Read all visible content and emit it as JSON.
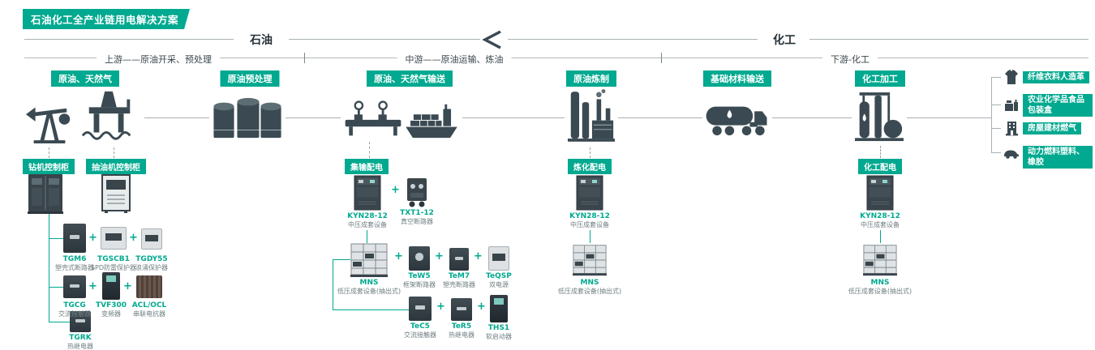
{
  "title": "石油化工全产业链用电解决方案",
  "accent": "#00a98f",
  "bands": {
    "oil": "石油",
    "chemical": "化工"
  },
  "stages": {
    "upstream": "上游——原油开采、预处理",
    "midstream": "中游——原油运输、炼油",
    "downstream": "下游-化工"
  },
  "chain": {
    "crude_gas": "原油、天然气",
    "pretreat": "原油预处理",
    "transport": "原油、天然气输送",
    "refining": "原油炼制",
    "materials": "基础材料输送",
    "processing": "化工加工"
  },
  "end_products": {
    "fiber": "纤维衣料人造革",
    "agri": "农业化学品食品包装盒",
    "housing": "房屋建材燃气",
    "fuel": "动力燃料塑料、橡胶"
  },
  "panels": {
    "drill": "钻机控制柜",
    "pump": "抽油机控制柜",
    "gathering": "集输配电",
    "refining": "炼化配电",
    "chemical": "化工配电"
  },
  "plus": "+",
  "icons": {
    "scene": [
      "pumpjack",
      "offshore-platform",
      "storage-tanks",
      "pipeline-valves",
      "cargo-ship",
      "refinery",
      "tanker-truck",
      "chemical-plant"
    ],
    "end_products": [
      "shirt",
      "package",
      "building",
      "car"
    ]
  },
  "devices": {
    "drill_row1": [
      {
        "name": "TGM6",
        "desc": "塑壳式断路器"
      },
      {
        "name": "TGSCB1",
        "desc": "SPD防雷保护器"
      },
      {
        "name": "TGDY55",
        "desc": "浪涌保护器"
      }
    ],
    "drill_row2": [
      {
        "name": "TGCG",
        "desc": "交流接触器"
      },
      {
        "name": "TVF300",
        "desc": "变频器"
      },
      {
        "name": "ACL/OCL",
        "desc": "串联电抗器"
      }
    ],
    "drill_row3": [
      {
        "name": "TGRK",
        "desc": "热继电器"
      }
    ],
    "gathering_mv": {
      "name": "KYN28-12",
      "desc": "中压成套设备"
    },
    "gathering_vcb": {
      "name": "TXT1-12",
      "desc": "真空断路器"
    },
    "gathering_lv": {
      "name": "MNS",
      "desc": "低压成套设备(抽出式)"
    },
    "gathering_row2": [
      {
        "name": "TeW5",
        "desc": "框架断路器"
      },
      {
        "name": "TeM7",
        "desc": "塑壳断路器"
      },
      {
        "name": "TeQSP",
        "desc": "双电源"
      }
    ],
    "gathering_row3": [
      {
        "name": "TeC5",
        "desc": "交流接触器"
      },
      {
        "name": "TeR5",
        "desc": "热继电器"
      },
      {
        "name": "THS1",
        "desc": "软启动器"
      }
    ],
    "refining_mv": {
      "name": "KYN28-12",
      "desc": "中压成套设备"
    },
    "refining_lv": {
      "name": "MNS",
      "desc": "低压成套设备(抽出式)"
    },
    "chemical_mv": {
      "name": "KYN28-12",
      "desc": "中压成套设备"
    },
    "chemical_lv": {
      "name": "MNS",
      "desc": "低压成套设备(抽出式)"
    }
  }
}
